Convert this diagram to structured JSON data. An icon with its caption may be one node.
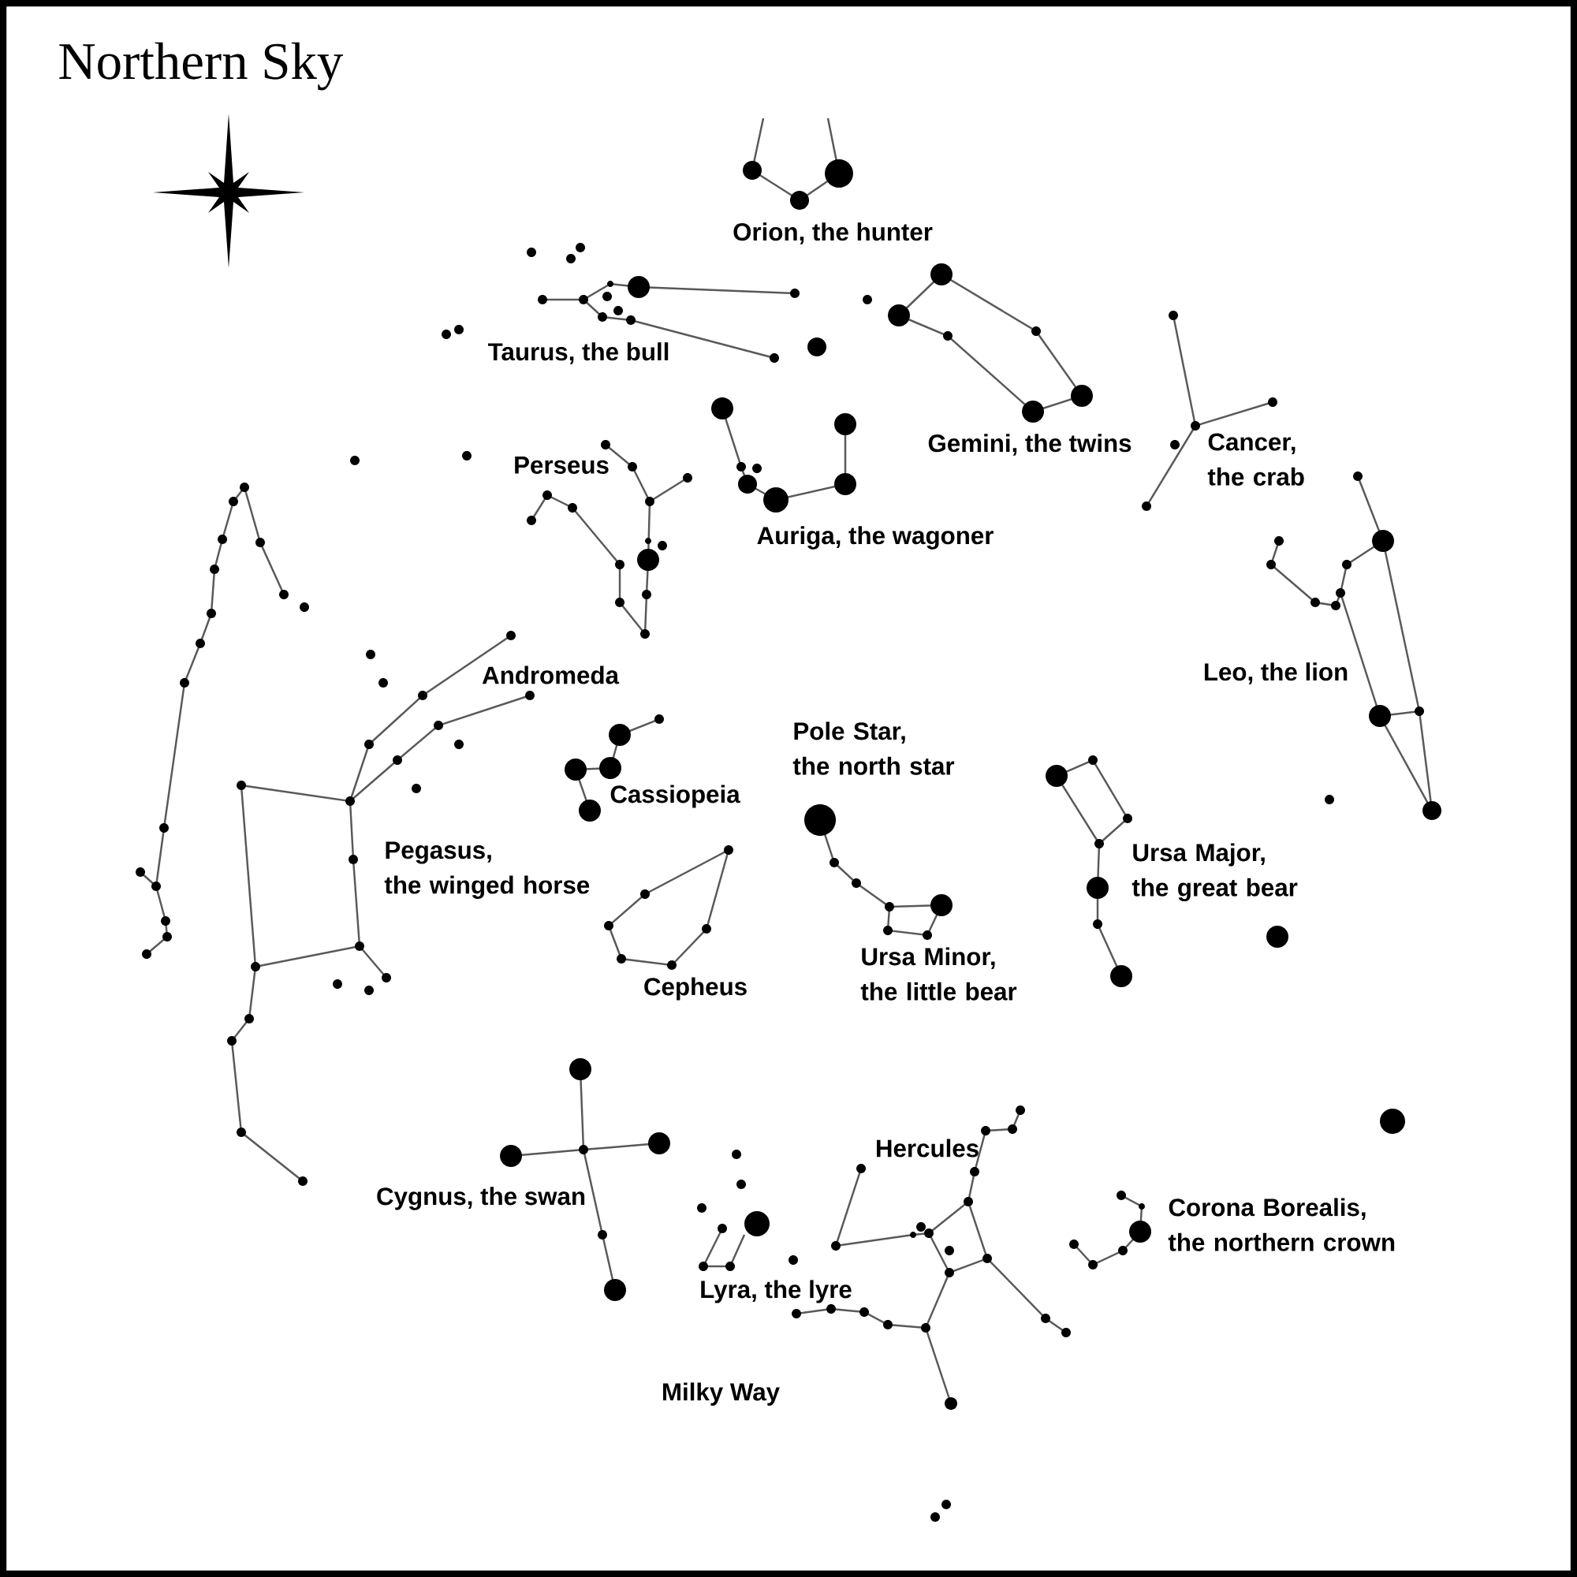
{
  "diagram": {
    "title": "Northern Sky",
    "labels": [
      "Orion, the hunter",
      "Taurus, the bull",
      "Gemini, the twins",
      "Cancer, the crab",
      "Perseus",
      "Auriga, the wagoner",
      "Leo, the lion",
      "Andromeda",
      "Pole Star, the north star",
      "Cassiopeia",
      "Pegasus, the winged horse",
      "Ursa Major, the great bear",
      "Cepheus",
      "Ursa Minor, the little bear",
      "Hercules",
      "Cygnus, the swan",
      "Corona Borealis, the northern crown",
      "Lyra, the lyre",
      "Milky Way"
    ]
  }
}
